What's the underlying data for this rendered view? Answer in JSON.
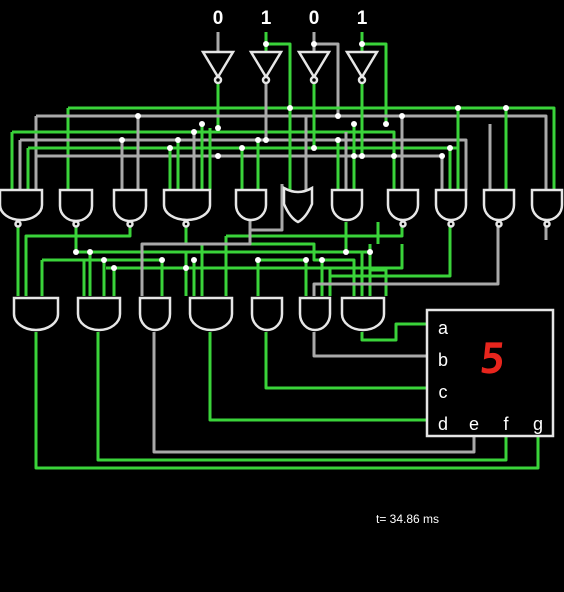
{
  "inputs": {
    "bits": [
      "0",
      "1",
      "0",
      "1"
    ]
  },
  "display": {
    "segment_labels": [
      "a",
      "b",
      "c",
      "d",
      "e",
      "f",
      "g"
    ],
    "digit": "5",
    "digit_color": "#e8251d"
  },
  "status": {
    "time_text": "t= 34.86 ms"
  },
  "colors": {
    "wire_on": "#3ad33a",
    "wire_off": "#a9a9a9",
    "gate_fill": "#000000",
    "gate_stroke": "#e6e6e6"
  }
}
